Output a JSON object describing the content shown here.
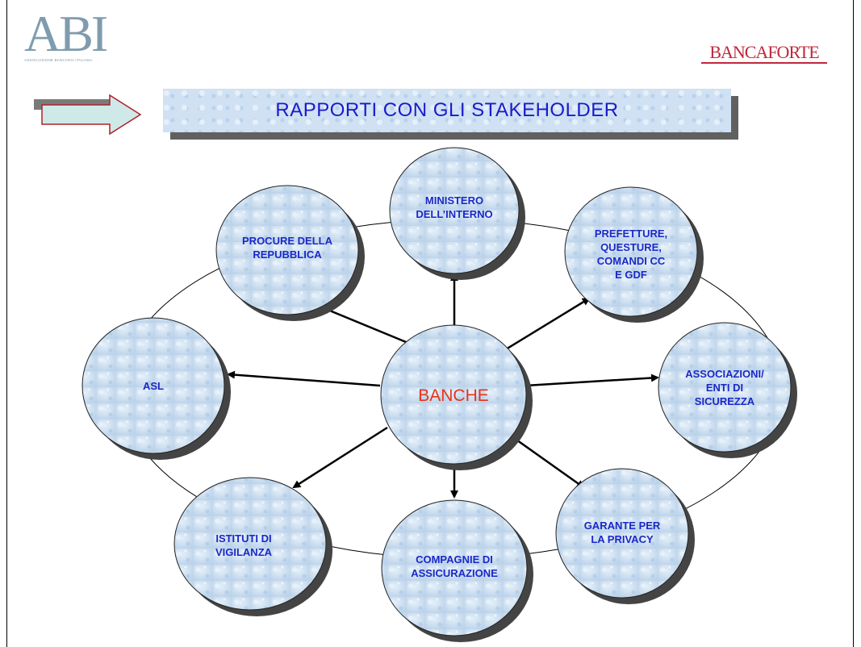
{
  "header": {
    "abi_logo_text": "ABI",
    "abi_logo_subtitle": "ASSOCIAZIONE BANCARIA ITALIANA",
    "bancaforte_logo_text": "BANCAFORTE",
    "title": "RAPPORTI CON GLI STAKEHOLDER"
  },
  "diagram": {
    "center": "BANCHE",
    "nodes": [
      {
        "id": "ministero",
        "label": "MINISTERO\nDELL’INTERNO"
      },
      {
        "id": "prefetture",
        "label": "PREFETTURE,\nQUESTURE,\nCOMANDI CC\nE GDF"
      },
      {
        "id": "associazioni",
        "label": "ASSOCIAZIONI/\nENTI DI\nSICUREZZA"
      },
      {
        "id": "garante",
        "label": "GARANTE PER\nLA PRIVACY"
      },
      {
        "id": "compagnie",
        "label": "COMPAGNIE DI\nASSICURAZIONE"
      },
      {
        "id": "istituti",
        "label": "ISTITUTI DI\nVIGILANZA"
      },
      {
        "id": "asl",
        "label": "ASL"
      },
      {
        "id": "procure",
        "label": "PROCURE DELLA\nREPUBBLICA"
      }
    ]
  },
  "colors": {
    "node_fill": "#cfe1f3",
    "node_text": "#1a28c8",
    "center_text": "#e8351a",
    "title_text": "#1a1acc",
    "arrow_fill": "#cfe9e9",
    "arrow_stroke": "#b0202a"
  }
}
